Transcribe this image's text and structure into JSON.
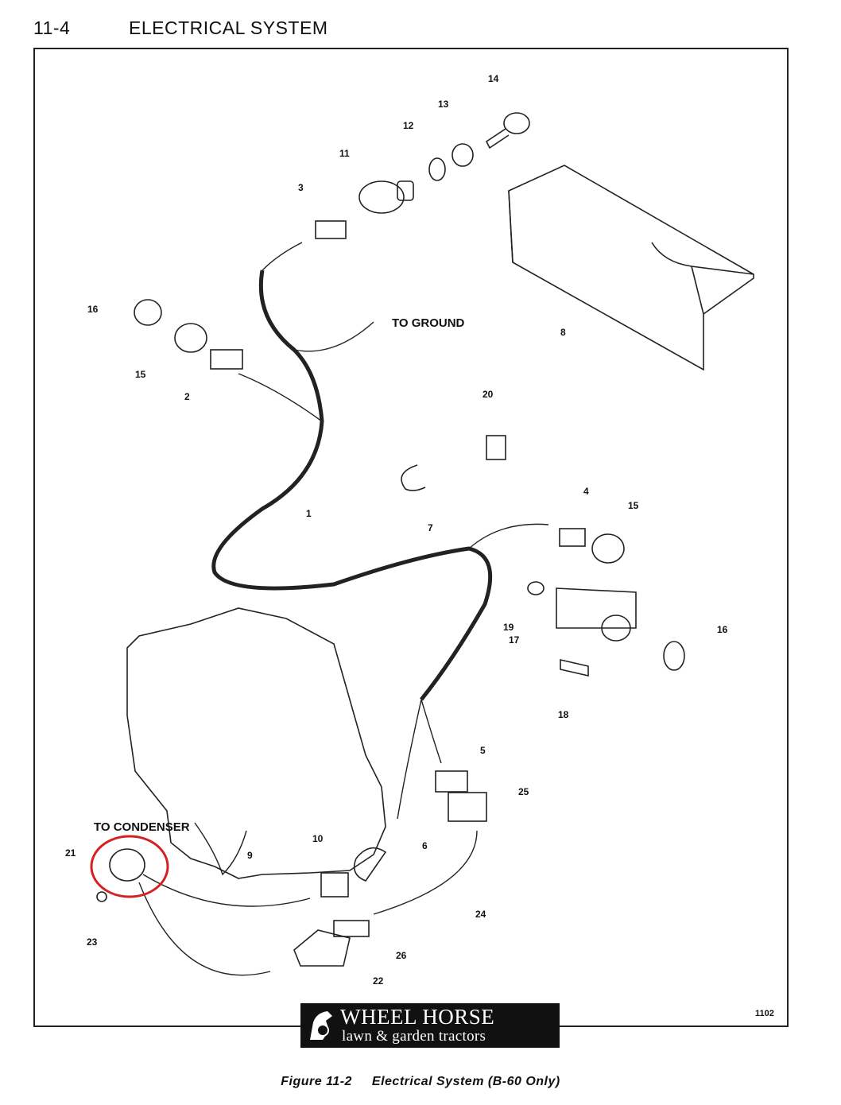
{
  "header": {
    "page_number": "11-4",
    "section_title": "ELECTRICAL SYSTEM"
  },
  "notes": {
    "to_ground": "TO GROUND",
    "to_condenser": "TO CONDENSER"
  },
  "part_numbers": [
    "14",
    "13",
    "12",
    "11",
    "3",
    "16",
    "15",
    "2",
    "8",
    "20",
    "1",
    "7",
    "4",
    "15",
    "19",
    "17",
    "16",
    "18",
    "5",
    "25",
    "6",
    "10",
    "9",
    "21",
    "23",
    "24",
    "26",
    "22"
  ],
  "figure_code": "1102",
  "logo": {
    "line1": "WHEEL HORSE",
    "line2": "lawn & garden tractors"
  },
  "caption": {
    "figure": "Figure 11-2",
    "title": "Electrical System (B-60 Only)"
  },
  "highlight": {
    "color": "#d42020",
    "target_part": "21"
  }
}
